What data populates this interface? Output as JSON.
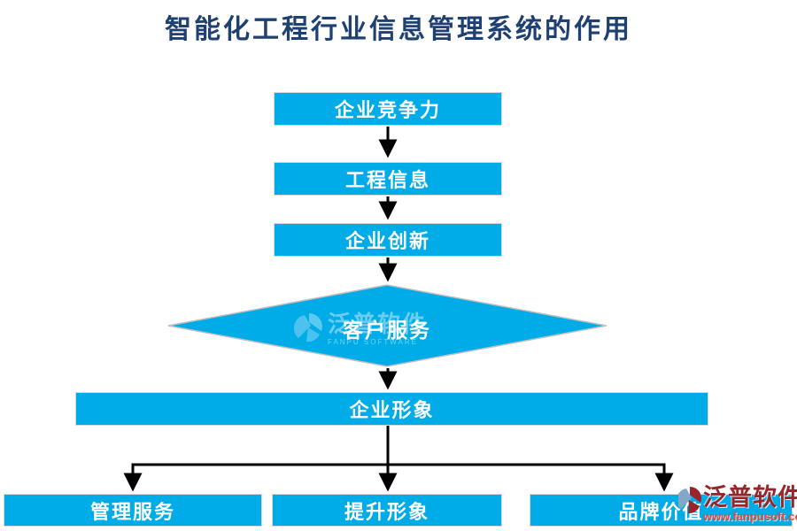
{
  "title": {
    "text": "智能化工程行业信息管理系统的作用",
    "color": "#1F4073"
  },
  "flow": {
    "top_nodes": [
      {
        "label": "企业竞争力"
      },
      {
        "label": "工程信息"
      },
      {
        "label": "企业创新"
      }
    ],
    "decision": {
      "label": "客户服务",
      "shape": "diamond"
    },
    "wide_node": {
      "label": "企业形象"
    },
    "bottom_nodes": [
      {
        "label": "管理服务"
      },
      {
        "label": "提升形象"
      },
      {
        "label": "品牌价值"
      }
    ]
  },
  "colors": {
    "node_fill": "#00ACE8",
    "node_text": "#FFFFFF",
    "node_border": "#D8D8D8",
    "diamond_border": "#C0C0C0",
    "arrow": "#000000",
    "title_text": "#1F4073",
    "watermark_brand_red": "#97262C",
    "watermark_url_red": "#E2483D"
  },
  "watermarks": {
    "center": {
      "brand": "泛普软件",
      "caption": "FANPU SOFTWARE"
    },
    "corner": {
      "brand": "泛普软件",
      "url": "www.fanpusoft.com"
    }
  }
}
